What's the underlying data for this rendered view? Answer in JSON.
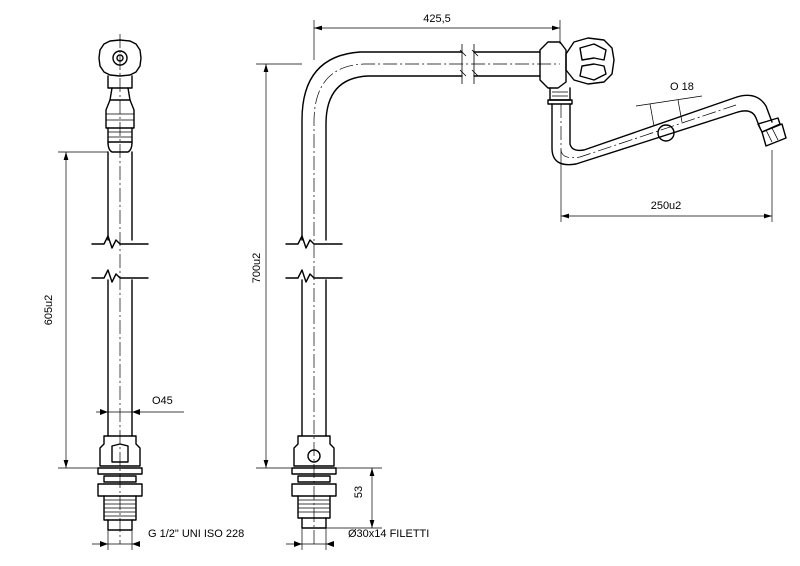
{
  "labels": {
    "top_length": "425,5",
    "spout_diameter": "O 18",
    "spout_reach": "250u2",
    "total_height": "700u2",
    "side_height": "605u2",
    "pipe_diameter": "O45",
    "thread_length": "53",
    "thread_left": "G 1/2\" UNI ISO 228",
    "thread_right": "Ø30x14 FILETTI"
  }
}
